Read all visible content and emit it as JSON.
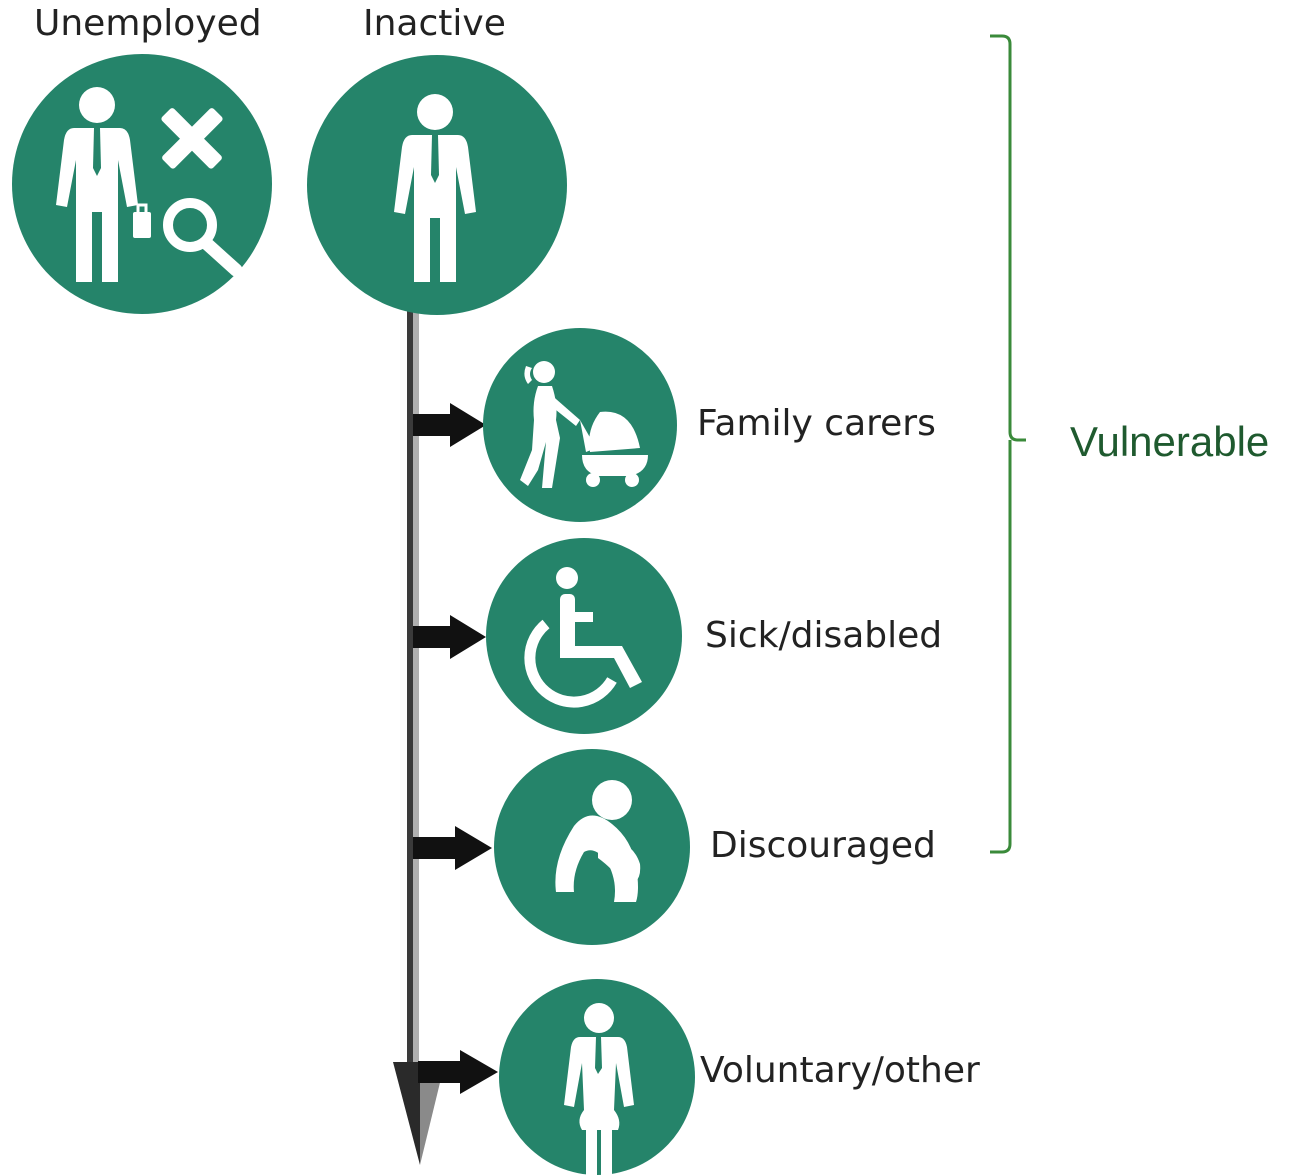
{
  "diagram": {
    "colors": {
      "circle": "#25846a",
      "icon": "#ffffff",
      "arrow": "#111111",
      "bracket": "#3a8a3a",
      "vulnerable_text": "#1f5a2f",
      "label_text": "#222222"
    },
    "top_nodes": [
      {
        "label": "Unemployed",
        "icon": "job-seeker-icon"
      },
      {
        "label": "Inactive",
        "icon": "person-icon"
      }
    ],
    "branch_nodes": [
      {
        "label": "Family carers",
        "icon": "parent-with-stroller-icon"
      },
      {
        "label": "Sick/disabled",
        "icon": "wheelchair-icon"
      },
      {
        "label": "Discouraged",
        "icon": "sad-seated-person-icon"
      },
      {
        "label": "Voluntary/other",
        "icon": "person-icon"
      }
    ],
    "group": {
      "label": "Vulnerable",
      "covers": [
        "Unemployed",
        "Inactive",
        "Family carers",
        "Sick/disabled",
        "Discouraged"
      ]
    }
  }
}
